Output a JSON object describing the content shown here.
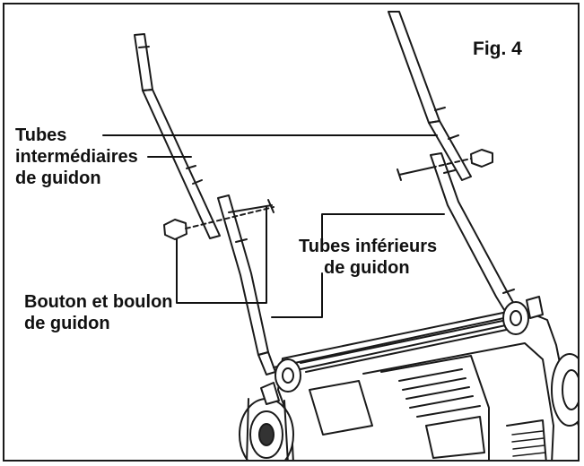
{
  "figure": {
    "title": "Fig. 4"
  },
  "labels": {
    "upper_tubes": [
      "Tubes",
      "intermédiaires",
      "de guidon"
    ],
    "lower_tubes": [
      "Tubes inférieurs",
      "de guidon"
    ],
    "knob_bolt": [
      "Bouton et boulon",
      "de guidon"
    ]
  },
  "colors": {
    "ink": "#111111",
    "outline": "#1a1a1a",
    "background": "#ffffff"
  }
}
